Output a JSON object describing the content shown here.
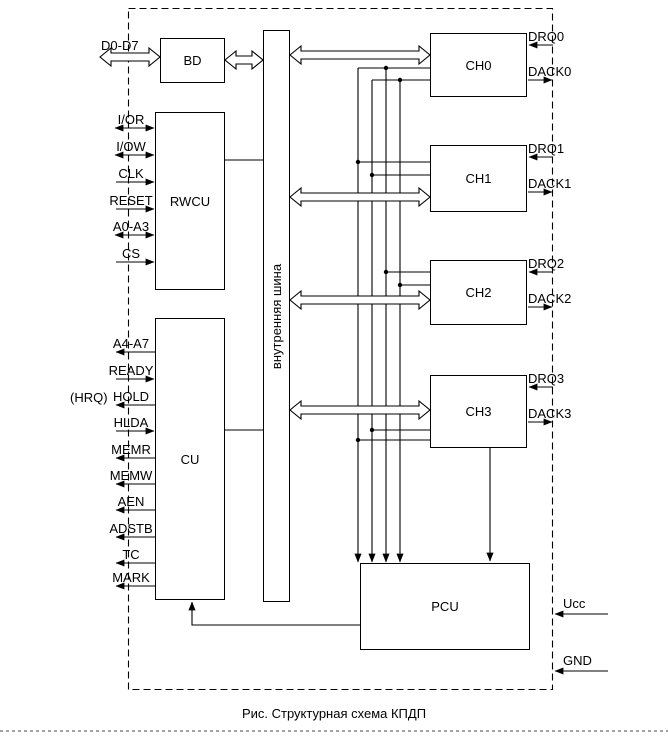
{
  "caption": "Рис. Структурная схема КПДП",
  "colors": {
    "line": "#000000",
    "background": "#ffffff"
  },
  "blocks": {
    "bd": {
      "label": "BD"
    },
    "rwcu": {
      "label": "RWCU"
    },
    "cu": {
      "label": "CU"
    },
    "internal_bus": {
      "label": "внутренняя шина"
    },
    "ch0": {
      "label": "CH0"
    },
    "ch1": {
      "label": "CH1"
    },
    "ch2": {
      "label": "CH2"
    },
    "ch3": {
      "label": "CH3"
    },
    "pcu": {
      "label": "PCU"
    }
  },
  "signals": {
    "data_bus": {
      "label": "D0-D7",
      "direction": "bidirectional"
    },
    "rwcu_pins": [
      {
        "label": "I/OR",
        "direction": "bidirectional"
      },
      {
        "label": "I/OW",
        "direction": "bidirectional"
      },
      {
        "label": "CLK",
        "direction": "in"
      },
      {
        "label": "RESET",
        "direction": "in"
      },
      {
        "label": "A0-A3",
        "direction": "bidirectional"
      },
      {
        "label": "CS",
        "direction": "in"
      }
    ],
    "cu_pins": [
      {
        "label": "A4-A7",
        "direction": "out"
      },
      {
        "label": "READY",
        "direction": "in"
      },
      {
        "label": "HOLD",
        "direction": "out",
        "alias": "(HRQ)"
      },
      {
        "label": "HLDA",
        "direction": "in"
      },
      {
        "label": "MEMR",
        "direction": "out"
      },
      {
        "label": "MEMW",
        "direction": "out"
      },
      {
        "label": "AEN",
        "direction": "out"
      },
      {
        "label": "ADSTB",
        "direction": "out"
      },
      {
        "label": "TC",
        "direction": "out"
      },
      {
        "label": "MARK",
        "direction": "out"
      }
    ],
    "channel_pins": [
      {
        "request": "DRQ0",
        "acknowledge": "DACK0"
      },
      {
        "request": "DRQ1",
        "acknowledge": "DACK1"
      },
      {
        "request": "DRQ2",
        "acknowledge": "DACK2"
      },
      {
        "request": "DRQ3",
        "acknowledge": "DACK3"
      }
    ],
    "power": {
      "label": "Ucc"
    },
    "ground": {
      "label": "GND"
    }
  }
}
